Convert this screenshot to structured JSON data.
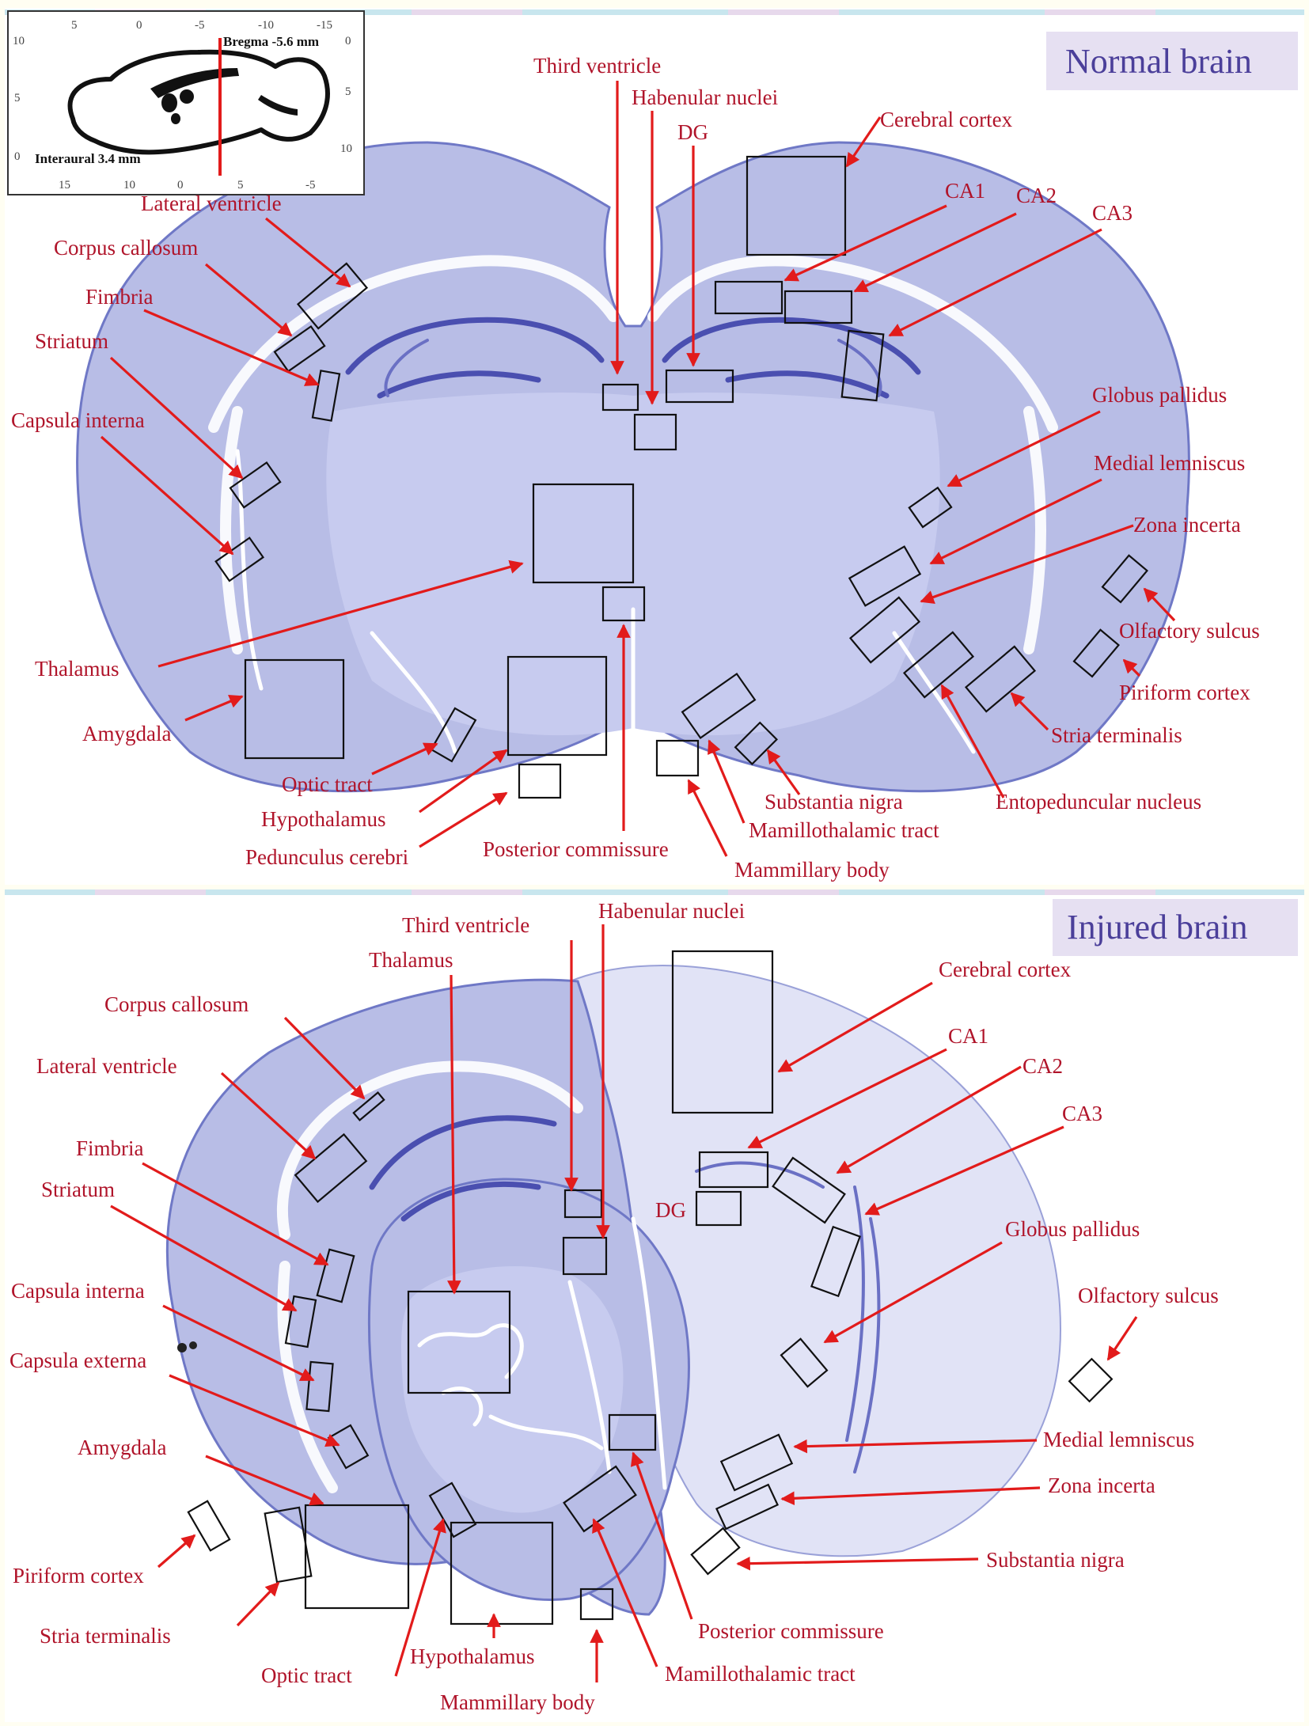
{
  "inset": {
    "bregma_label": "Bregma -5.6 mm",
    "interaural_label": "Interaural 3.4 mm",
    "top_ticks": [
      "5",
      "0",
      "-5",
      "-10",
      "-15"
    ],
    "bottom_ticks": [
      "15",
      "10",
      "5",
      "0",
      "-5"
    ],
    "left_ticks": [
      "10",
      "5",
      "0"
    ],
    "right_ticks": [
      "0",
      "5",
      "10"
    ]
  },
  "normal": {
    "title": "Normal brain",
    "labels": {
      "lateral_ventricle": "Lateral ventricle",
      "corpus_callosum": "Corpus callosum",
      "fimbria": "Fimbria",
      "striatum": "Striatum",
      "capsula_interna": "Capsula interna",
      "thalamus": "Thalamus",
      "amygdala": "Amygdala",
      "optic_tract": "Optic tract",
      "hypothalamus": "Hypothalamus",
      "pedunculus_cerebri": "Pedunculus cerebri",
      "posterior_commissure": "Posterior commissure",
      "mammillary_body": "Mammillary body",
      "mamillothalamic_tract": "Mamillothalamic tract",
      "substantia_nigra": "Substantia nigra",
      "entopeduncular_nucleus": "Entopeduncular nucleus",
      "stria_terminalis": "Stria terminalis",
      "piriform_cortex": "Piriform cortex",
      "olfactory_sulcus": "Olfactory sulcus",
      "zona_incerta": "Zona incerta",
      "medial_lemniscus": "Medial lemniscus",
      "globus_pallidus": "Globus pallidus",
      "ca3": "CA3",
      "ca2": "CA2",
      "ca1": "CA1",
      "cerebral_cortex": "Cerebral cortex",
      "dg": "DG",
      "habenular_nuclei": "Habenular nuclei",
      "third_ventricle": "Third ventricle"
    }
  },
  "injured": {
    "title": "Injured brain",
    "labels": {
      "third_ventricle": "Third ventricle",
      "habenular_nuclei": "Habenular nuclei",
      "thalamus": "Thalamus",
      "corpus_callosum": "Corpus callosum",
      "lateral_ventricle": "Lateral ventricle",
      "fimbria": "Fimbria",
      "striatum": "Striatum",
      "capsula_interna": "Capsula interna",
      "capsula_externa": "Capsula externa",
      "amygdala": "Amygdala",
      "piriform_cortex": "Piriform cortex",
      "stria_terminalis": "Stria terminalis",
      "optic_tract": "Optic tract",
      "hypothalamus": "Hypothalamus",
      "mammillary_body": "Mammillary body",
      "mamillothalamic_tract": "Mamillothalamic tract",
      "posterior_commissure": "Posterior commissure",
      "substantia_nigra": "Substantia nigra",
      "zona_incerta": "Zona incerta",
      "medial_lemniscus": "Medial lemniscus",
      "olfactory_sulcus": "Olfactory sulcus",
      "globus_pallidus": "Globus pallidus",
      "ca3": "CA3",
      "ca2": "CA2",
      "ca1": "CA1",
      "cerebral_cortex": "Cerebral cortex",
      "dg": "DG"
    }
  },
  "colors": {
    "label": "#b0142a",
    "arrow": "#e21b1b",
    "stain": "#6f78c6",
    "title": "#4b3f9a"
  }
}
